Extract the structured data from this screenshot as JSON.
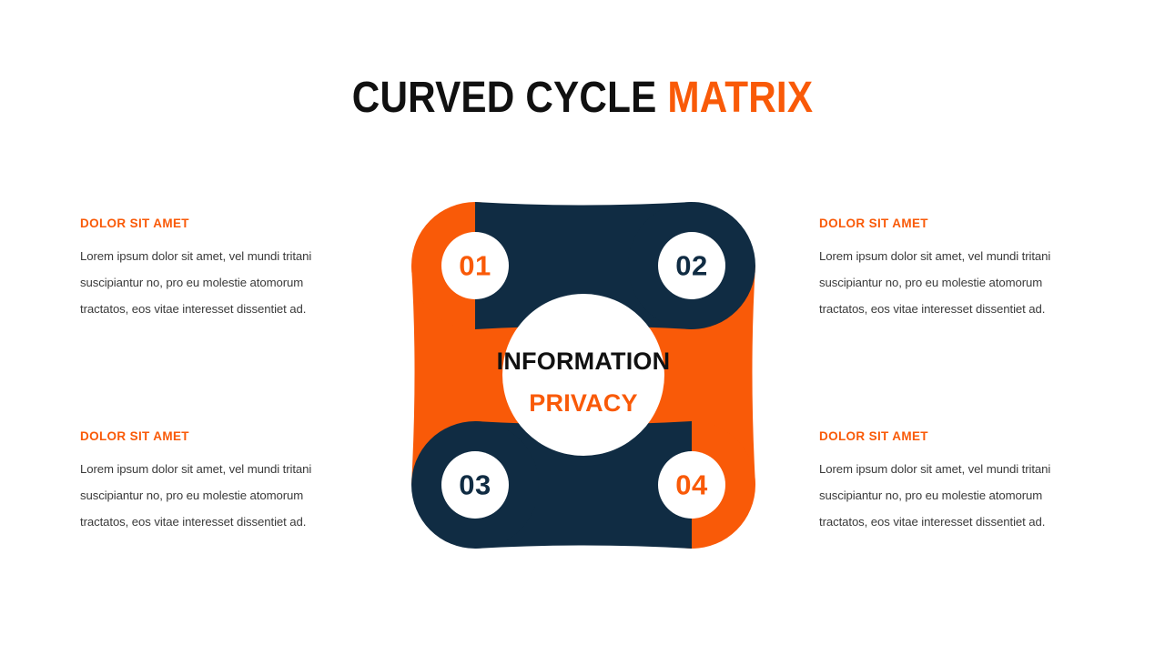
{
  "title": {
    "part_dark": "CURVED CYCLE",
    "part_accent": "MATRIX"
  },
  "colors": {
    "orange": "#F95A08",
    "navy": "#102C43",
    "title_dark": "#111111",
    "body_text": "#3A3A3A",
    "background": "#FFFFFF"
  },
  "center": {
    "line1": "INFORMATION",
    "line2": "PRIVACY"
  },
  "nodes": [
    {
      "number": "01",
      "color": "orange",
      "position": "top-left"
    },
    {
      "number": "02",
      "color": "navy",
      "position": "top-right"
    },
    {
      "number": "03",
      "color": "navy",
      "position": "bottom-left"
    },
    {
      "number": "04",
      "color": "orange",
      "position": "bottom-right"
    }
  ],
  "blocks": [
    {
      "id": "top-left",
      "heading": "DOLOR SIT  AMET",
      "body": "Lorem ipsum dolor sit amet, vel mundi tritani suscipiantur no, pro eu molestie atomorum tractatos, eos vitae interesset dissentiet ad."
    },
    {
      "id": "top-right",
      "heading": "DOLOR SIT  AMET",
      "body": "Lorem ipsum dolor sit amet, vel mundi tritani suscipiantur no, pro eu molestie atomorum tractatos, eos vitae interesset dissentiet ad."
    },
    {
      "id": "bottom-left",
      "heading": "DOLOR SIT  AMET",
      "body": "Lorem ipsum dolor sit amet, vel mundi tritani suscipiantur no, pro eu molestie atomorum tractatos, eos vitae interesset dissentiet ad."
    },
    {
      "id": "bottom-right",
      "heading": "DOLOR SIT  AMET",
      "body": "Lorem ipsum dolor sit amet, vel mundi tritani suscipiantur no, pro eu molestie atomorum tractatos, eos vitae interesset dissentiet ad."
    }
  ]
}
